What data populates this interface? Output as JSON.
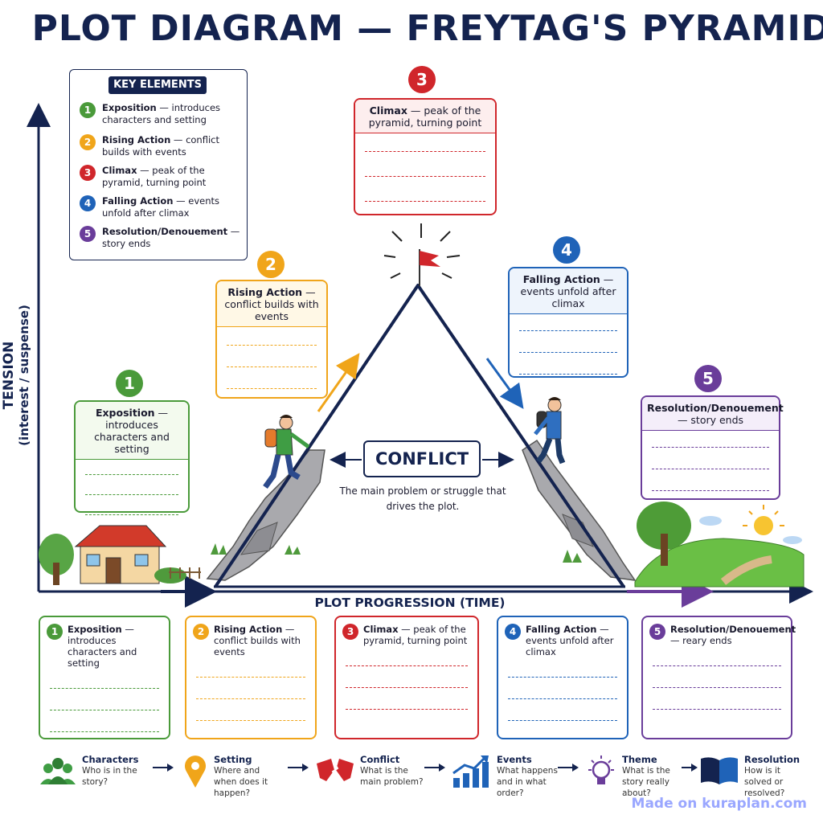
{
  "title": "PLOT DIAGRAM — FREYTAG'S PYRAMID",
  "colors": {
    "navy": "#14234f",
    "exposition": "#4a9a3a",
    "rising": "#f0a51a",
    "climax": "#d0262b",
    "falling": "#1f63b8",
    "resolution": "#6a3d9a"
  },
  "key": {
    "title": "KEY ELEMENTS",
    "items": [
      {
        "num": "1",
        "name": "Exposition",
        "desc": " — introduces characters and setting"
      },
      {
        "num": "2",
        "name": "Rising Action",
        "desc": " — conflict builds with events"
      },
      {
        "num": "3",
        "name": "Climax",
        "desc": " — peak of the pyramid, turning point"
      },
      {
        "num": "4",
        "name": "Falling Action",
        "desc": " — events unfold after climax"
      },
      {
        "num": "5",
        "name": "Resolution/Denouement",
        "desc": " — story ends"
      }
    ]
  },
  "stages": [
    {
      "num": "1",
      "name": "Exposition",
      "desc": " — introduces characters and setting"
    },
    {
      "num": "2",
      "name": "Rising Action",
      "desc": " — conflict builds with events"
    },
    {
      "num": "3",
      "name": "Climax",
      "desc": " — peak of the pyramid, turning point"
    },
    {
      "num": "4",
      "name": "Falling Action",
      "desc": " — events unfold after climax"
    },
    {
      "num": "5",
      "name": "Resolution/Denouement",
      "desc": " — story ends"
    }
  ],
  "bottom_boxes": [
    {
      "num": "1",
      "name": "Exposition",
      "desc": " — introduces characters and setting"
    },
    {
      "num": "2",
      "name": "Rising Action",
      "desc": " — conflict builds with events"
    },
    {
      "num": "3",
      "name": "Climax",
      "desc": " — peak of the pyramid, turning point"
    },
    {
      "num": "4",
      "name": "Falling Action",
      "desc": " — events unfold after climax"
    },
    {
      "num": "5",
      "name": "Resolution/Denouement",
      "desc": " — reary ends"
    }
  ],
  "conflict": {
    "label": "CONFLICT",
    "desc": "The main problem or struggle that drives the plot."
  },
  "axes": {
    "y_title": "TENSION",
    "y_sub": "(interest / suspense)",
    "x_title": "PLOT   PROGRESSION (TIME)"
  },
  "footer": [
    {
      "icon": "characters-icon",
      "title": "Characters",
      "desc": "Who is in the story?"
    },
    {
      "icon": "location-pin-icon",
      "title": "Setting",
      "desc": "Where and when does it happen?"
    },
    {
      "icon": "conflict-icon",
      "title": "Conflict",
      "desc": "What is the main problem?"
    },
    {
      "icon": "growth-chart-icon",
      "title": "Events",
      "desc": "What happens and in what order?"
    },
    {
      "icon": "lightbulb-icon",
      "title": "Theme",
      "desc": "What is the story really about?"
    },
    {
      "icon": "book-icon",
      "title": "Resolution",
      "desc": "How is it solved or resolved?"
    }
  ],
  "credit": "Made on kuraplan.com"
}
